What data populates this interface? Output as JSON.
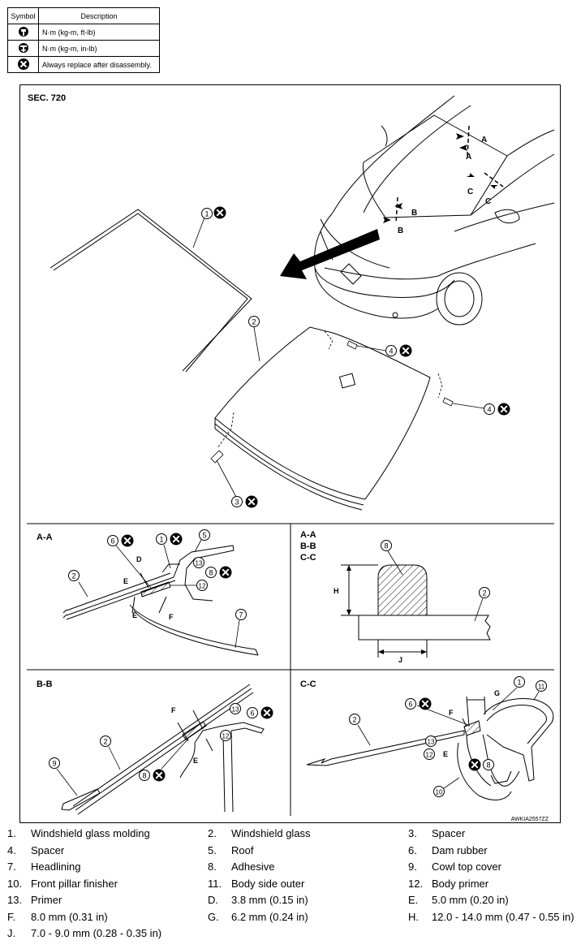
{
  "symbol_table": {
    "header_symbol": "Symbol",
    "header_description": "Description",
    "rows": [
      {
        "icon": "torque-wrench-icon",
        "description": "N·m (kg-m, ft-lb)"
      },
      {
        "icon": "torque-wrench-inlb-icon",
        "description": "N·m (kg-m, in-lb)"
      },
      {
        "icon": "always-replace-icon",
        "description": "Always replace after disassembly."
      }
    ]
  },
  "diagram": {
    "section": "SEC. 720",
    "figure_code": "AWKIA2557ZZ",
    "view_arrows": {
      "a": "A",
      "b": "B",
      "c": "C"
    },
    "callouts": {
      "n1": "1",
      "n2": "2",
      "n3": "3",
      "n4": "4",
      "n5": "5",
      "n6": "6",
      "n7": "7",
      "n8": "8",
      "n9": "9",
      "n10": "10",
      "n11": "11",
      "n12": "12",
      "n13": "13"
    },
    "dims": {
      "d": "D",
      "e": "E",
      "f": "F",
      "g": "G",
      "h": "H",
      "j": "J"
    },
    "panels": {
      "aa": "A-A",
      "bb": "B-B",
      "cc": "C-C",
      "combined_1": "A-A",
      "combined_2": "B-B",
      "combined_3": "C-C"
    }
  },
  "legend": [
    [
      {
        "num": "1.",
        "text": "Windshield glass molding"
      },
      {
        "num": "2.",
        "text": "Windshield glass"
      },
      {
        "num": "3.",
        "text": "Spacer"
      }
    ],
    [
      {
        "num": "4.",
        "text": "Spacer"
      },
      {
        "num": "5.",
        "text": "Roof"
      },
      {
        "num": "6.",
        "text": "Dam rubber"
      }
    ],
    [
      {
        "num": "7.",
        "text": "Headlining"
      },
      {
        "num": "8.",
        "text": "Adhesive"
      },
      {
        "num": "9.",
        "text": "Cowl top cover"
      }
    ],
    [
      {
        "num": "10.",
        "text": "Front pillar finisher"
      },
      {
        "num": "11.",
        "text": "Body side outer"
      },
      {
        "num": "12.",
        "text": "Body primer"
      }
    ],
    [
      {
        "num": "13.",
        "text": "Primer"
      },
      {
        "num": "D.",
        "text": "3.8 mm (0.15 in)"
      },
      {
        "num": "E.",
        "text": "5.0 mm (0.20 in)"
      }
    ],
    [
      {
        "num": "F.",
        "text": "8.0 mm (0.31 in)"
      },
      {
        "num": "G.",
        "text": "6.2 mm (0.24 in)"
      },
      {
        "num": "H.",
        "text": "12.0 - 14.0 mm (0.47 - 0.55 in)"
      }
    ],
    [
      {
        "num": "J.",
        "text": "7.0 - 9.0 mm (0.28 - 0.35 in)"
      }
    ]
  ]
}
